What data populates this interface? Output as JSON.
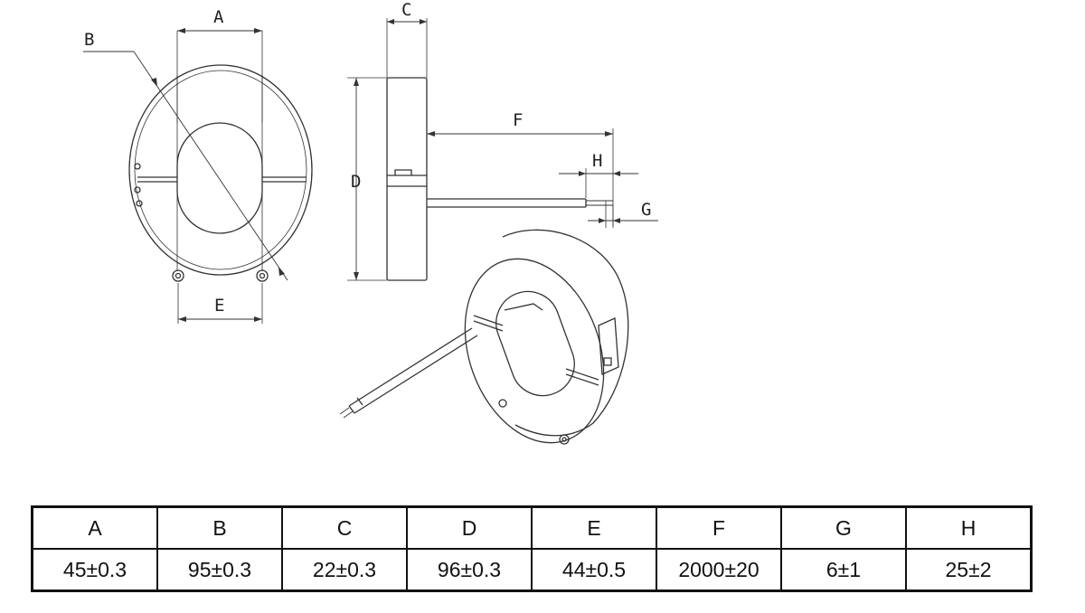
{
  "drawing": {
    "labels": {
      "A": "A",
      "B": "B",
      "C": "C",
      "D": "D",
      "E": "E",
      "F": "F",
      "G": "G",
      "H": "H"
    }
  },
  "table": {
    "headers": [
      "A",
      "B",
      "C",
      "D",
      "E",
      "F",
      "G",
      "H"
    ],
    "values": [
      "45±0.3",
      "95±0.3",
      "22±0.3",
      "96±0.3",
      "44±0.5",
      "2000±20",
      "6±1",
      "25±2"
    ]
  }
}
